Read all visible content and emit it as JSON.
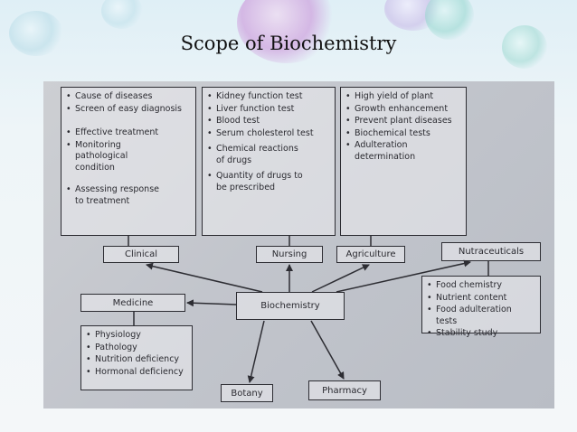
{
  "slide": {
    "title": "Scope of Biochemistry"
  },
  "diagram": {
    "center": "Biochemistry",
    "lists": {
      "clinical": [
        "Cause of diseases",
        "Screen of easy diagnosis",
        "Effective treatment",
        "Monitoring\npathological\ncondition",
        "Assessing response\nto treatment"
      ],
      "nursing": [
        "Kidney function test",
        "Liver function test",
        "Blood test",
        "Serum cholesterol test",
        "Chemical reactions\nof drugs",
        "Quantity of drugs to\nbe prescribed"
      ],
      "agriculture": [
        "High yield of plant",
        "Growth enhancement",
        "Prevent plant diseases",
        "Biochemical tests",
        "Adulteration\ndetermination"
      ],
      "nutraceuticals": [
        "Food chemistry",
        "Nutrient content",
        "Food adulteration tests",
        "Stability study"
      ],
      "medicine": [
        "Physiology",
        "Pathology",
        "Nutrition deficiency",
        "Hormonal deficiency"
      ]
    },
    "nodes": {
      "clinical": "Clinical",
      "nursing": "Nursing",
      "agriculture": "Agriculture",
      "nutraceuticals": "Nutraceuticals",
      "medicine": "Medicine",
      "botany": "Botany",
      "pharmacy": "Pharmacy"
    }
  }
}
